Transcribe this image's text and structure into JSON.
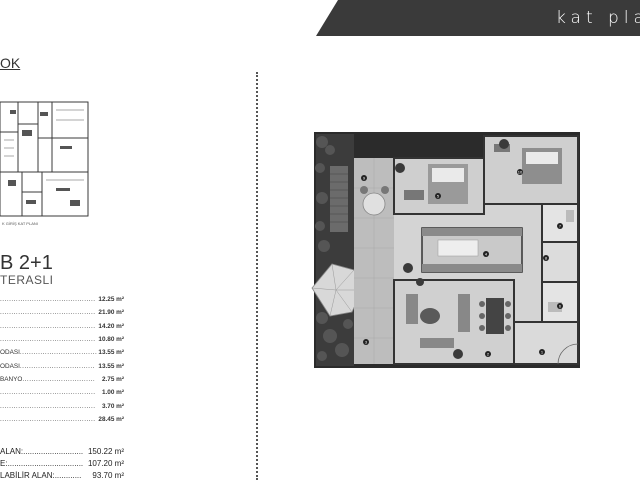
{
  "header": {
    "title": "kat pla"
  },
  "block": {
    "label": "OK"
  },
  "key_plan": {
    "caption": "K GİRİŞ KAT PLANI"
  },
  "unit": {
    "type": "B 2+1",
    "subtitle": "TERASLI"
  },
  "rooms": [
    {
      "label": "",
      "dots": "..........................................",
      "value": "12.25 m²"
    },
    {
      "label": "",
      "dots": "..........................................",
      "value": "21.90 m²"
    },
    {
      "label": "",
      "dots": "..........................................",
      "value": "14.20 m²"
    },
    {
      "label": "",
      "dots": "..........................................",
      "value": "10.80 m²"
    },
    {
      "label": "ODASI",
      "dots": "..................................",
      "value": "13.55 m²"
    },
    {
      "label": "ODASI",
      "dots": ".................................",
      "value": "13.55 m²"
    },
    {
      "label": "BANYO",
      "dots": "................................",
      "value": "2.75 m²"
    },
    {
      "label": "",
      "dots": "..........................................",
      "value": "1.00 m²"
    },
    {
      "label": "",
      "dots": "..........................................",
      "value": "3.70 m²"
    },
    {
      "label": "",
      "dots": "..........................................",
      "value": "28.45 m²"
    }
  ],
  "areas": [
    {
      "label": "ALAN:",
      "dots": "...........................",
      "value": "150.22 m²"
    },
    {
      "label": "E:",
      "dots": "..................................",
      "value": "107.20 m²"
    },
    {
      "label": "LABİLİR ALAN:",
      "dots": "............",
      "value": "93.70 m²"
    }
  ],
  "plan_labels": [
    "1",
    "2",
    "3",
    "4",
    "5",
    "6",
    "7",
    "8",
    "9",
    "10"
  ]
}
